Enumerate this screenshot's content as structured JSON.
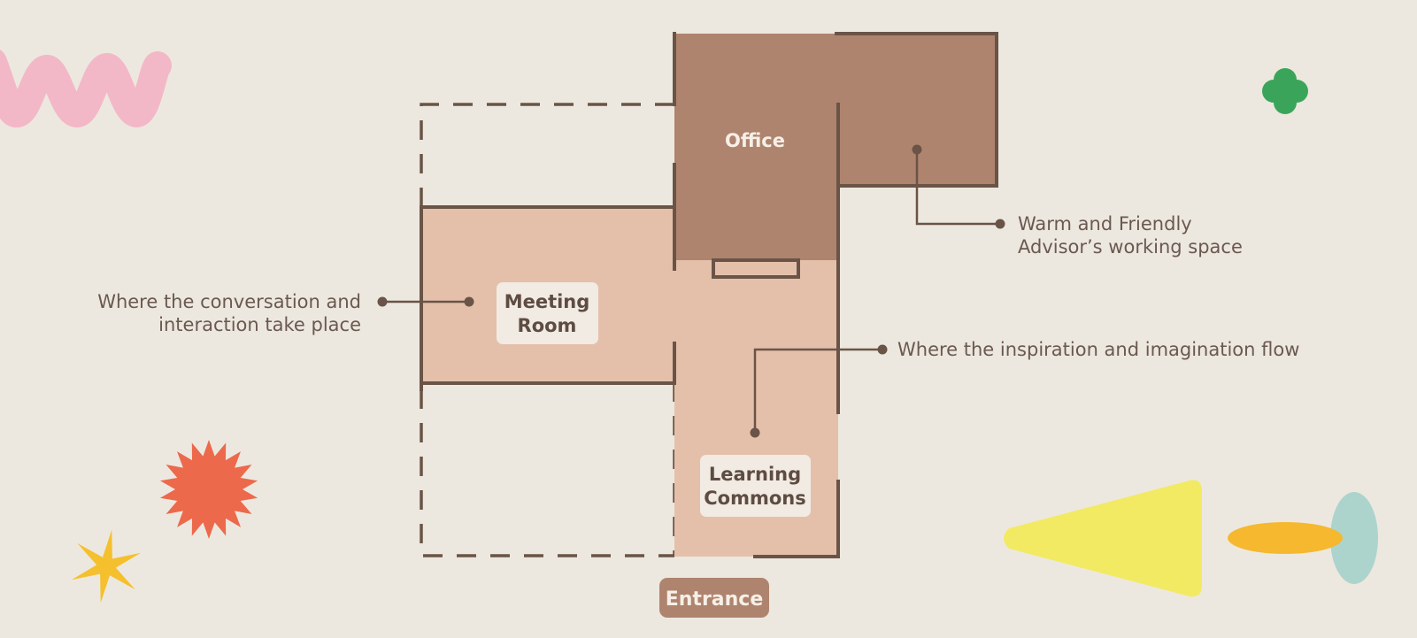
{
  "colors": {
    "background": "#ede8df",
    "wall": "#6a5447",
    "office_fill": "#ae846e",
    "room_fill": "#e4c0ab",
    "label_bg": "#f1ebe3",
    "entrance_bg": "#ae846e",
    "deco_pink": "#f3b8c8",
    "deco_green": "#3aa55a",
    "deco_red": "#ec694c",
    "deco_yellow_star": "#f5c02e",
    "deco_yellow_cone": "#f2ea63",
    "deco_orange": "#f5b82e",
    "deco_teal": "#acd4cc"
  },
  "rooms": {
    "office": "Office",
    "meeting_line1": "Meeting",
    "meeting_line2": "Room",
    "learning_line1": "Learning",
    "learning_line2": "Commons",
    "entrance": "Entrance"
  },
  "annotations": {
    "office_line1": "Warm and Friendly",
    "office_line2": "Advisor’s working space",
    "meeting_line1": "Where the conversation and",
    "meeting_line2": "interaction take place",
    "learning": "Where the inspiration and imagination flow"
  },
  "decorations": [
    "pink-squiggle",
    "green-clover",
    "red-starburst",
    "yellow-star",
    "yellow-cone",
    "orange-ellipse",
    "teal-ellipse"
  ]
}
